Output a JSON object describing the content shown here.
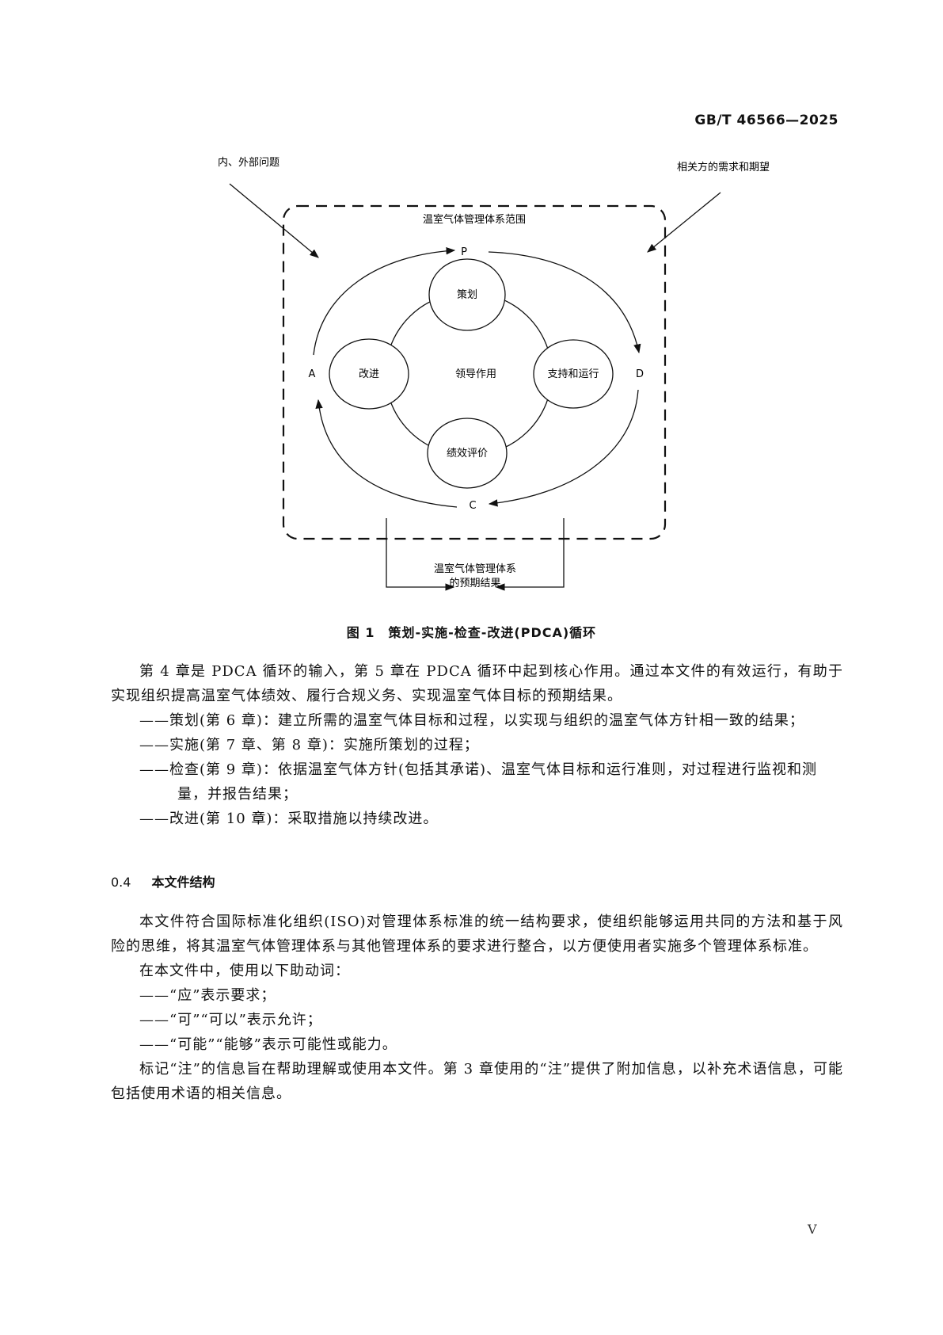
{
  "header": {
    "doc_id": "GB/T 46566—2025"
  },
  "figure": {
    "external_left": "内、外部问题",
    "external_right": "相关方的需求和期望",
    "scope": "温室气体管理体系范围",
    "p": "P",
    "d": "D",
    "c": "C",
    "a": "A",
    "center": "领导作用",
    "plan": "策划",
    "support": "支持和运行",
    "evaluate": "绩效评价",
    "improve": "改进",
    "output_line1": "温室气体管理体系",
    "output_line2": "的预期结果",
    "caption": "图 1　策划-实施-检查-改进(PDCA)循环"
  },
  "body": {
    "p1": "第 4 章是 PDCA 循环的输入，第 5 章在 PDCA 循环中起到核心作用。通过本文件的有效运行，有助于实现组织提高温室气体绩效、履行合规义务、实现温室气体目标的预期结果。",
    "d1": "——策划(第 6 章)：建立所需的温室气体目标和过程，以实现与组织的温室气体方针相一致的结果；",
    "d2": "——实施(第 7 章、第 8 章)：实施所策划的过程；",
    "d3": "——检查(第 9 章)：依据温室气体方针(包括其承诺)、温室气体目标和运行准则，对过程进行监视和测量，并报告结果；",
    "d4": "——改进(第 10 章)：采取措施以持续改进。"
  },
  "section": {
    "number": "0.4",
    "title": "本文件结构"
  },
  "body2": {
    "p1": "本文件符合国际标准化组织(ISO)对管理体系标准的统一结构要求，使组织能够运用共同的方法和基于风险的思维，将其温室气体管理体系与其他管理体系的要求进行整合，以方便使用者实施多个管理体系标准。",
    "p2": "在本文件中，使用以下助动词：",
    "d1": "——“应”表示要求；",
    "d2": "——“可”“可以”表示允许；",
    "d3": "——“可能”“能够”表示可能性或能力。",
    "p3": "标记“注”的信息旨在帮助理解或使用本文件。第 3 章使用的“注”提供了附加信息，以补充术语信息，可能包括使用术语的相关信息。"
  },
  "page_number": "V"
}
